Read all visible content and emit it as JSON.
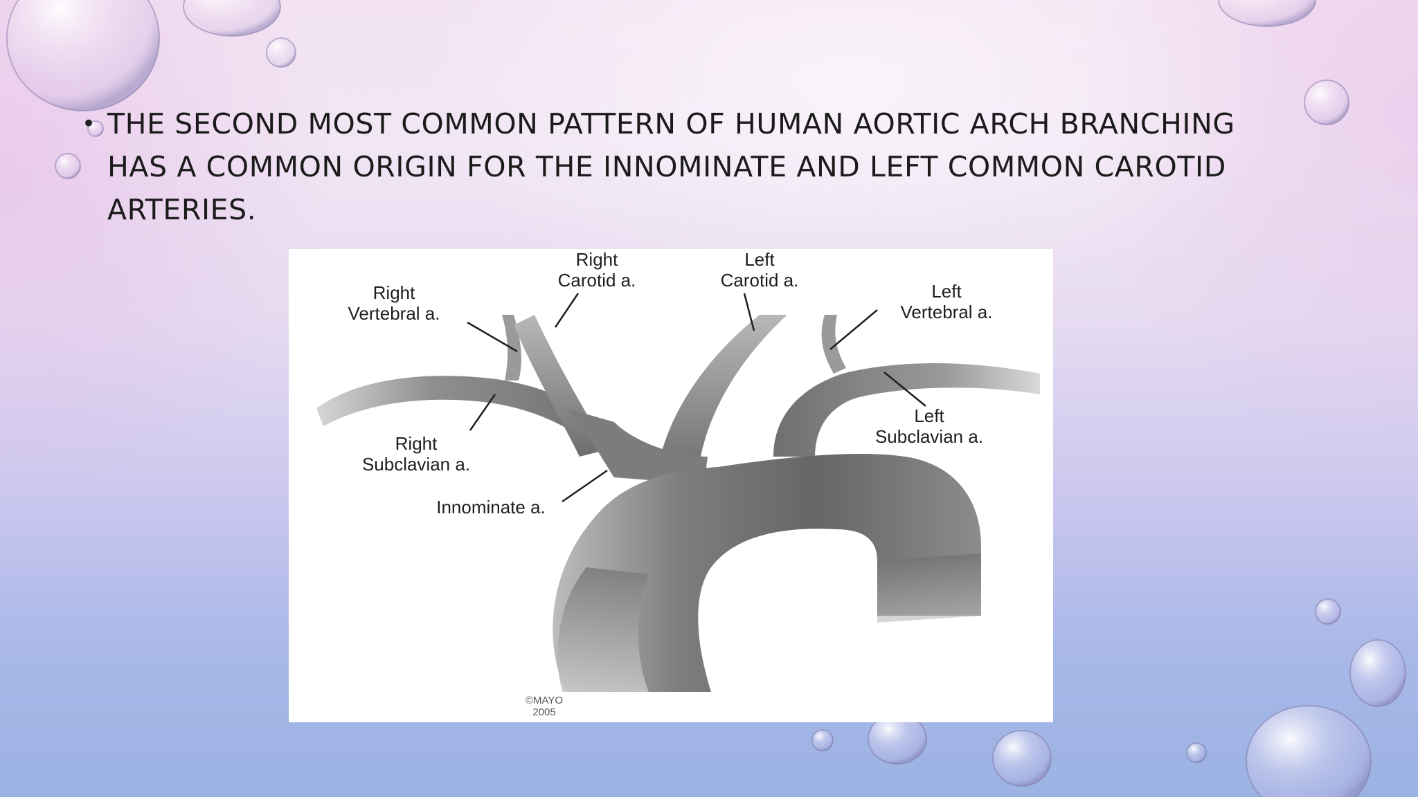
{
  "slide": {
    "bullet_lines": [
      "THE SECOND MOST COMMON PATTERN OF HUMAN AORTIC ARCH BRANCHING",
      "HAS A COMMON ORIGIN FOR THE INNOMINATE AND LEFT COMMON CAROTID",
      "ARTERIES."
    ],
    "bullet_glyph": "•"
  },
  "figure": {
    "labels": {
      "right_carotid_1": "Right",
      "right_carotid_2": "Carotid a.",
      "left_carotid_1": "Left",
      "left_carotid_2": "Carotid a.",
      "right_vertebral_1": "Right",
      "right_vertebral_2": "Vertebral a.",
      "left_vertebral_1": "Left",
      "left_vertebral_2": "Vertebral a.",
      "right_subclavian_1": "Right",
      "right_subclavian_2": "Subclavian a.",
      "left_subclavian_1": "Left",
      "left_subclavian_2": "Subclavian a.",
      "innominate": "Innominate a.",
      "copyright_1": "©MAYO",
      "copyright_2": "2005"
    }
  },
  "colors": {
    "text": "#1b1b1b",
    "vessel_dark": "#6b6b6b",
    "vessel_mid": "#8a8a8a",
    "vessel_light": "#c4c4c4"
  }
}
